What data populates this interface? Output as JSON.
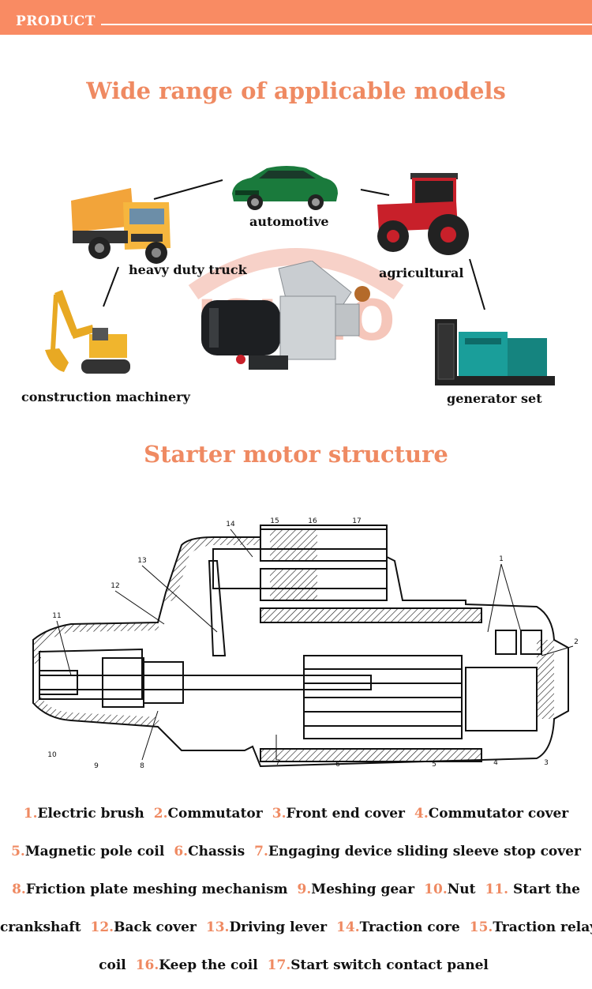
{
  "header": {
    "label": "PRODUCT"
  },
  "section1": {
    "title": "Wide range of applicable models"
  },
  "models": {
    "automotive": "automotive",
    "truck": "heavy duty truck",
    "agricultural": "agricultural",
    "construction": "construction machinery",
    "generator": "generator set"
  },
  "watermark": "ISUNO",
  "section2": {
    "title": "Starter motor structure"
  },
  "diagram": {
    "callouts": [
      "1",
      "2",
      "3",
      "4",
      "5",
      "6",
      "7",
      "8",
      "9",
      "10",
      "11",
      "12",
      "13",
      "14",
      "15",
      "16",
      "17"
    ]
  },
  "legend": {
    "line1": [
      {
        "num": "1.",
        "text": "Electric brush"
      },
      {
        "num": "2.",
        "text": "Commutator"
      },
      {
        "num": "3.",
        "text": "Front end cover"
      },
      {
        "num": "4.",
        "text": "Commutator cover"
      }
    ],
    "line2": [
      {
        "num": "5.",
        "text": "Magnetic pole coil"
      },
      {
        "num": "6.",
        "text": "Chassis"
      },
      {
        "num": "7.",
        "text": "Engaging device sliding sleeve stop cover"
      }
    ],
    "line3": [
      {
        "num": "8.",
        "text": "Friction plate meshing mechanism"
      },
      {
        "num": "9.",
        "text": "Meshing gear"
      },
      {
        "num": "10.",
        "text": "Nut"
      },
      {
        "num": "11.",
        "text": " Start the"
      }
    ],
    "line4_start": "crankshaft",
    "line4": [
      {
        "num": "12.",
        "text": "Back cover"
      },
      {
        "num": "13.",
        "text": "Driving lever"
      },
      {
        "num": "14.",
        "text": "Traction core"
      },
      {
        "num": "15.",
        "text": "Traction relay"
      }
    ],
    "line5_start": "coil",
    "line5": [
      {
        "num": "16.",
        "text": "Keep the coil"
      },
      {
        "num": "17.",
        "text": "Start switch contact panel"
      }
    ]
  },
  "colors": {
    "accent": "#ef8a62",
    "bar": "#f98b63",
    "truck": "#f2a43a",
    "car": "#1a7a3c",
    "tractor": "#c8202a",
    "generator": "#1a9e9a"
  }
}
